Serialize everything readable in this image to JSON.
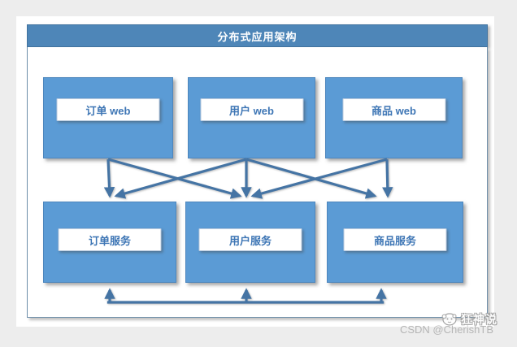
{
  "diagram": {
    "title": "分布式应用架构",
    "web_nodes": [
      {
        "id": "order-web",
        "label": "订单 web"
      },
      {
        "id": "user-web",
        "label": "用户 web"
      },
      {
        "id": "product-web",
        "label": "商品 web"
      }
    ],
    "service_nodes": [
      {
        "id": "order-service",
        "label": "订单服务"
      },
      {
        "id": "user-service",
        "label": "用户服务"
      },
      {
        "id": "product-service",
        "label": "商品服务"
      }
    ],
    "edges": [
      {
        "from": "order-web",
        "to": "order-service"
      },
      {
        "from": "order-web",
        "to": "user-service"
      },
      {
        "from": "user-web",
        "to": "order-service"
      },
      {
        "from": "user-web",
        "to": "user-service"
      },
      {
        "from": "user-web",
        "to": "product-service"
      },
      {
        "from": "product-web",
        "to": "user-service"
      },
      {
        "from": "product-web",
        "to": "product-service"
      }
    ],
    "service_bus": {
      "connects": [
        "order-service",
        "user-service",
        "product-service"
      ]
    }
  },
  "watermark": {
    "brand": "狂神说",
    "credit": "CSDN @CherishTB"
  },
  "colors": {
    "canvas_background": "#ededed",
    "page_background": "#ffffff",
    "header_blue": "#4e86b8",
    "node_blue": "#5b9bd5",
    "arrow_blue": "#4574a4",
    "label_text_blue": "#3e76b5",
    "watermark_gray": "#b5b5b5"
  }
}
